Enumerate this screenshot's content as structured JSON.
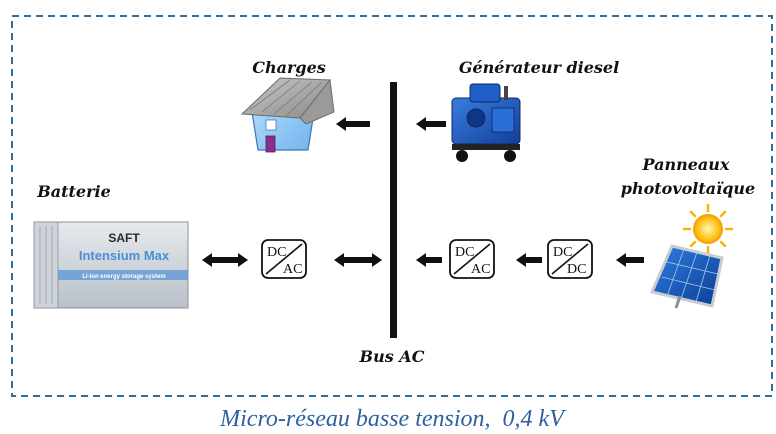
{
  "diagram": {
    "labels": {
      "charges": "Charges",
      "generator": "Générateur diesel",
      "pv_line1": "Panneaux",
      "pv_line2": "photovoltaïque",
      "battery": "Batterie",
      "bus": "Bus AC"
    },
    "converters": {
      "battery_inverter": {
        "in": "DC",
        "out": "AC"
      },
      "pv_inverter": {
        "in": "DC",
        "out": "AC"
      },
      "pv_dcdc": {
        "in": "DC",
        "out": "DC"
      }
    },
    "battery_branding": {
      "brand": "SAFT",
      "model": "Intensium Max",
      "tagline": "Li-ion energy storage system"
    },
    "caption": "Micro-réseau basse tension,  0,4 kV",
    "colors": {
      "frame": "#2e6da4",
      "caption": "#2e5fa0",
      "arrow": "#111111",
      "bus": "#111111"
    }
  }
}
